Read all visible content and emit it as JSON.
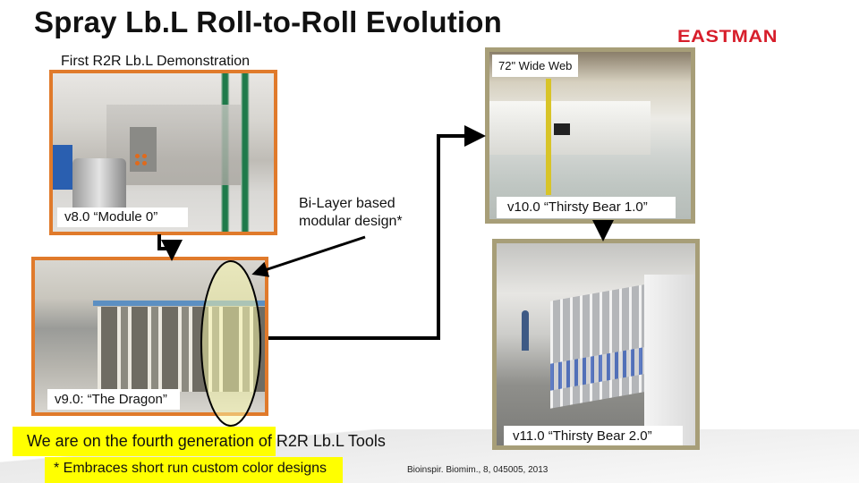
{
  "slide": {
    "title": "Spray Lb.L Roll-to-Roll Evolution",
    "logo": "EASTMAN",
    "colors": {
      "logo_red": "#d71e2b",
      "orange_frame": "#e07a2b",
      "tan_frame": "#a79e78",
      "highlight_yellow": "#ffff00"
    }
  },
  "photos": [
    {
      "id": "module0",
      "caption_above": "First R2R Lb.L Demonstration",
      "label": "v8.0 “Module 0”"
    },
    {
      "id": "dragon",
      "label": "v9.0: “The Dragon”"
    },
    {
      "id": "thirsty1",
      "overlay_top": "72\" Wide Web",
      "label": "v10.0  “Thirsty Bear 1.0”"
    },
    {
      "id": "thirsty2",
      "label": "v11.0 “Thirsty Bear 2.0”"
    }
  ],
  "annotation": {
    "line1": "Bi-Layer based",
    "line2": "modular design*"
  },
  "footer": {
    "generation_note": "We are on the fourth generation of R2R Lb.L Tools",
    "footnote": "* Embraces short run custom color designs",
    "citation": "Bioinspir. Biomim., 8, 045005, 2013"
  }
}
